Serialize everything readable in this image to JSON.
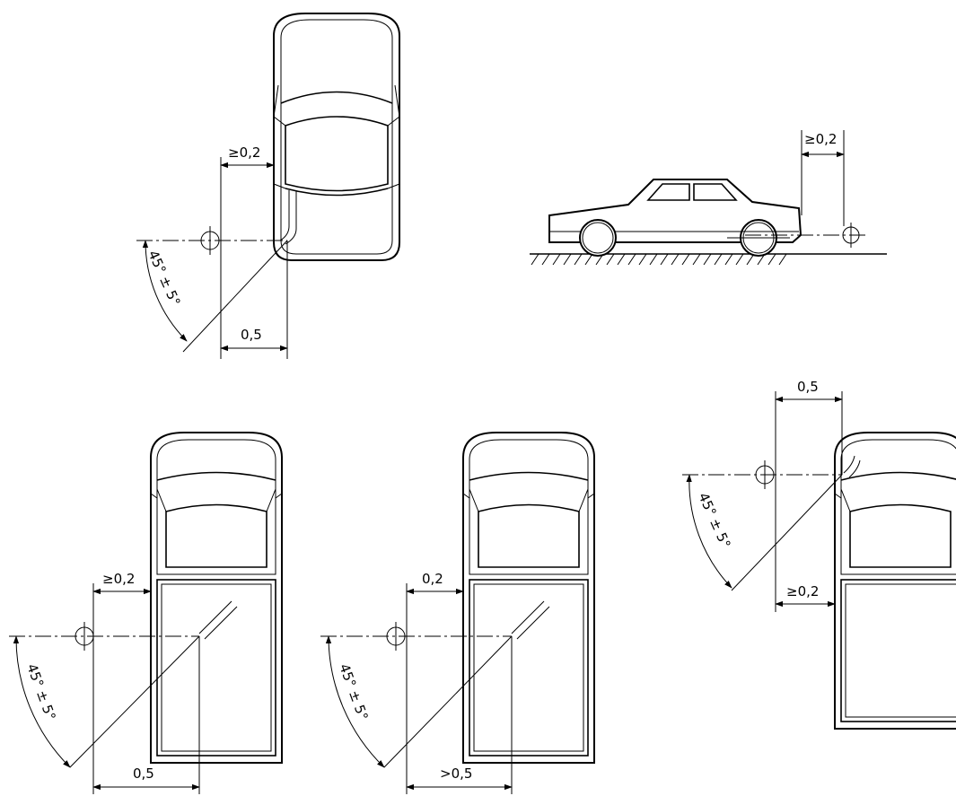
{
  "labels": {
    "d1_ge02": "≥0,2",
    "d1_05": "0,5",
    "d1_angle": "45° ± 5°",
    "d2_ge02": "≥0,2",
    "d3_ge02": "≥0,2",
    "d3_05": "0,5",
    "d3_angle": "45° ± 5°",
    "d4_02": "0,2",
    "d4_gt05": ">0,5",
    "d4_angle": "45° ± 5°",
    "d5_05": "0,5",
    "d5_ge02": "≥0,2",
    "d5_angle": "45° ± 5°"
  }
}
